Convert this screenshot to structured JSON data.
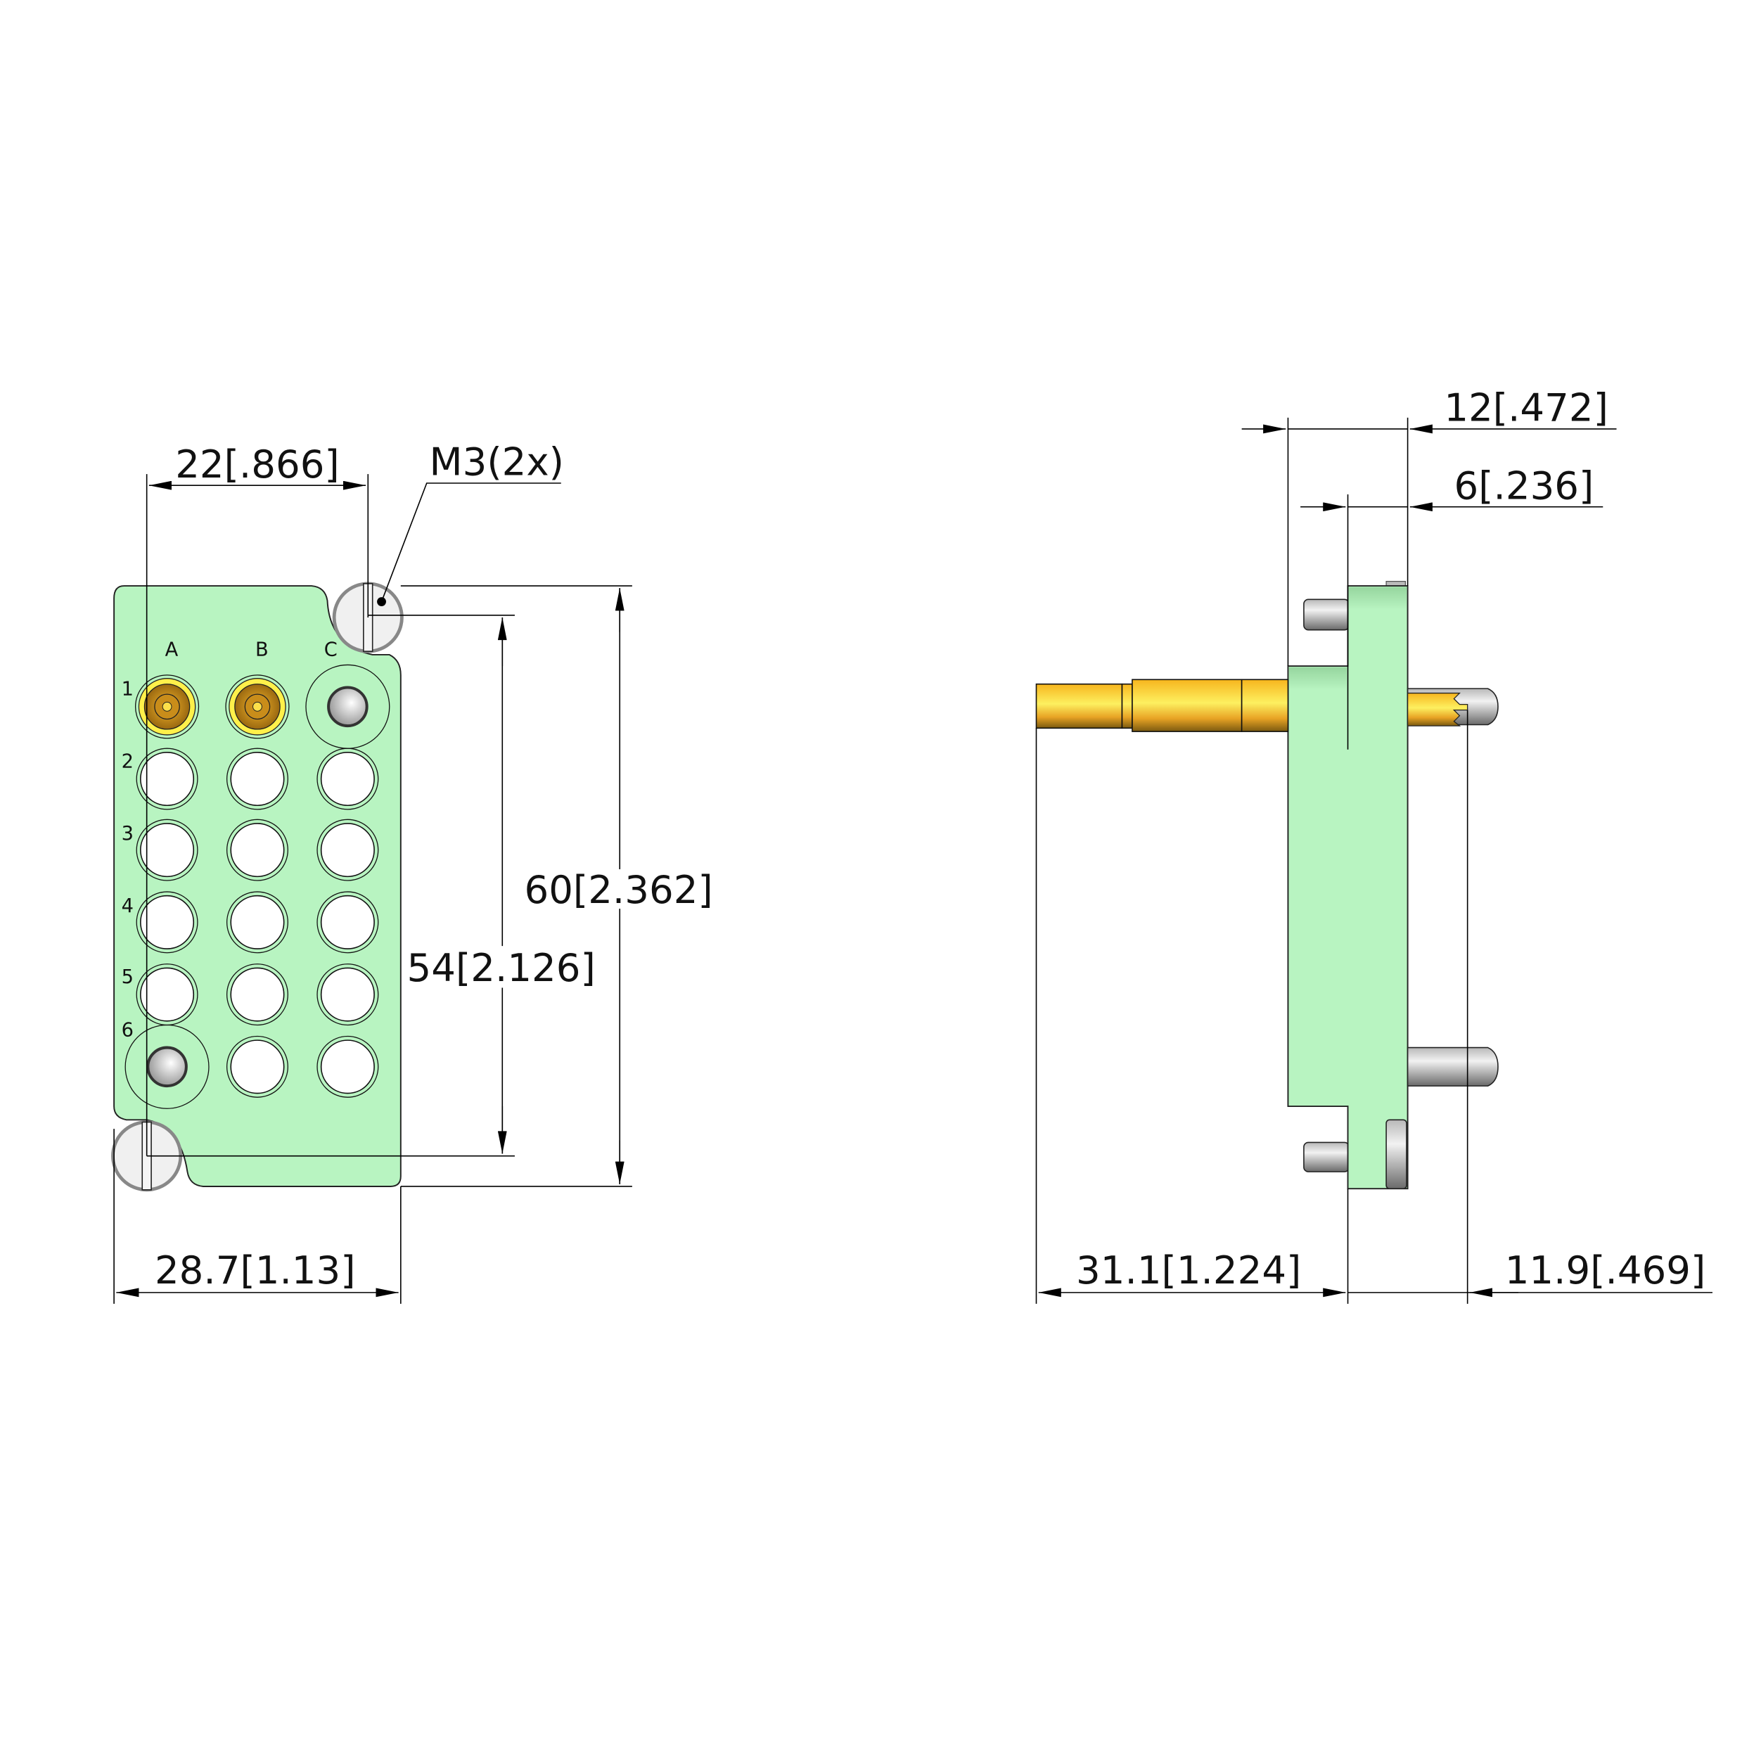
{
  "front_view": {
    "columns": [
      "A",
      "B",
      "C"
    ],
    "rows": [
      "1",
      "2",
      "3",
      "4",
      "5",
      "6"
    ],
    "dimensions": {
      "pitch_width": "22[.866]",
      "thread": "M3(2x)",
      "overall_height": "60[2.362]",
      "hole_spacing": "54[2.126]",
      "overall_width": "28.7[1.13]"
    }
  },
  "side_view": {
    "dimensions": {
      "total_thickness": "12[.472]",
      "flange_thickness": "6[.236]",
      "rear_length": "31.1[1.224]",
      "front_length": "11.9[.469]"
    }
  },
  "colors": {
    "body": "#b8f4c1",
    "gold": "#f5b820",
    "pin": "#c8c8c8"
  }
}
